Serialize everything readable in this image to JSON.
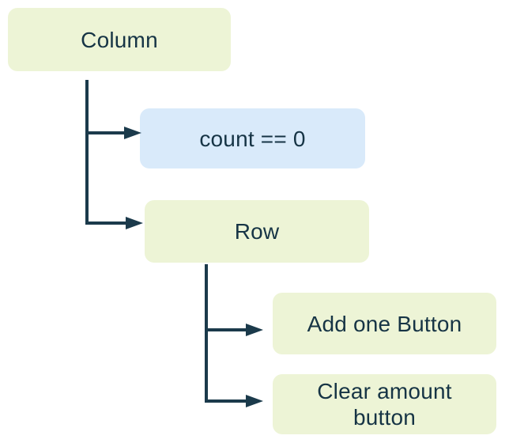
{
  "canvas": {
    "background": "#ffffff"
  },
  "colors": {
    "widget_box_bg": "#edf4d6",
    "condition_box_bg": "#d9eafa",
    "connector_line": "#1b3a4b",
    "text": "#163445"
  },
  "nodes": [
    {
      "id": "column",
      "label": "Column",
      "kind": "widget"
    },
    {
      "id": "count-condition",
      "label": "count == 0",
      "kind": "condition"
    },
    {
      "id": "row",
      "label": "Row",
      "kind": "widget"
    },
    {
      "id": "add-one-button",
      "label": "Add one Button",
      "kind": "widget"
    },
    {
      "id": "clear-amount-button",
      "label": "Clear amount button",
      "kind": "widget"
    }
  ],
  "edges": [
    {
      "from": "column",
      "to": "count-condition"
    },
    {
      "from": "column",
      "to": "row"
    },
    {
      "from": "row",
      "to": "add-one-button"
    },
    {
      "from": "row",
      "to": "clear-amount-button"
    }
  ]
}
